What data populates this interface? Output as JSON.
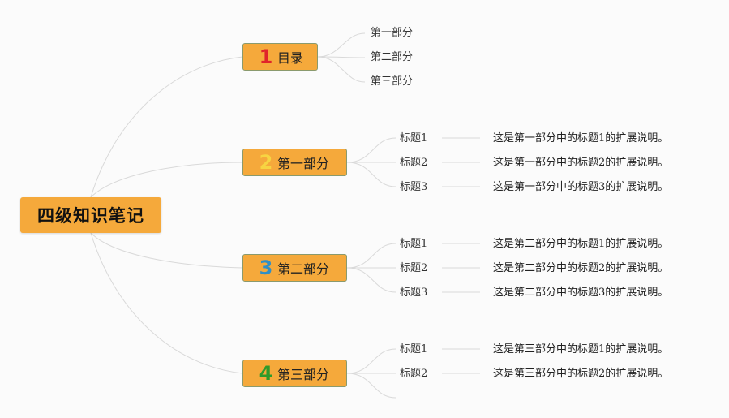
{
  "root": {
    "title": "四级知识笔记"
  },
  "branches": [
    {
      "number": "1",
      "number_color": "#e0242a",
      "label": "目录",
      "children": [
        {
          "label": "第一部分"
        },
        {
          "label": "第二部分"
        },
        {
          "label": "第三部分"
        }
      ]
    },
    {
      "number": "2",
      "number_color": "#f7d442",
      "label": "第一部分",
      "children": [
        {
          "label": "标题1",
          "description": "这是第一部分中的标题1的扩展说明。"
        },
        {
          "label": "标题2",
          "description": "这是第一部分中的标题2的扩展说明。"
        },
        {
          "label": "标题3",
          "description": "这是第一部分中的标题3的扩展说明。"
        }
      ]
    },
    {
      "number": "3",
      "number_color": "#2f8fc7",
      "label": "第二部分",
      "children": [
        {
          "label": "标题1",
          "description": "这是第二部分中的标题1的扩展说明。"
        },
        {
          "label": "标题2",
          "description": "这是第二部分中的标题2的扩展说明。"
        },
        {
          "label": "标题3",
          "description": "这是第二部分中的标题3的扩展说明。"
        }
      ]
    },
    {
      "number": "4",
      "number_color": "#2f9a2a",
      "label": "第三部分",
      "children": [
        {
          "label": "标题1",
          "description": "这是第三部分中的标题1的扩展说明。"
        },
        {
          "label": "标题2",
          "description": "这是第三部分中的标题2的扩展说明。"
        },
        {
          "label": ""
        }
      ]
    }
  ],
  "colors": {
    "node_fill": "#f5a93b",
    "connector": "#d9d9d9",
    "background": "#fbfbfb"
  }
}
